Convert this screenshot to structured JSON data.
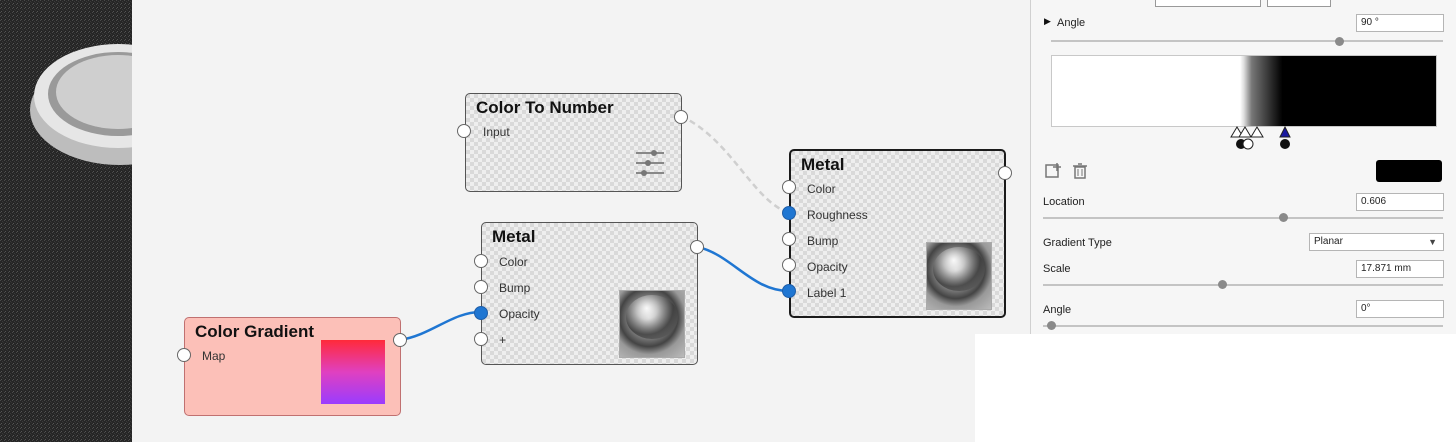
{
  "nodes": {
    "color_to_number": {
      "title": "Color To Number",
      "ports": [
        "Input"
      ]
    },
    "metal_a": {
      "title": "Metal",
      "ports": [
        "Color",
        "Bump",
        "Opacity",
        "+"
      ]
    },
    "metal_b": {
      "title": "Metal",
      "ports": [
        "Color",
        "Roughness",
        "Bump",
        "Opacity",
        "Label 1"
      ]
    },
    "color_gradient": {
      "title": "Color Gradient",
      "ports": [
        "Map"
      ]
    }
  },
  "panel": {
    "angle_top_label": "Angle",
    "angle_top_value": "90 °",
    "location_label": "Location",
    "location_value": "0.606",
    "gradient_type_label": "Gradient Type",
    "gradient_type_value": "Planar",
    "scale_label": "Scale",
    "scale_value": "17.871 mm",
    "angle_label": "Angle",
    "angle_value": "0°",
    "selected_stop_color": "#000000"
  },
  "colors": {
    "wire": "#1f76d2",
    "port_active": "#1f76d2",
    "gradient_node": "#fcc0b8"
  }
}
